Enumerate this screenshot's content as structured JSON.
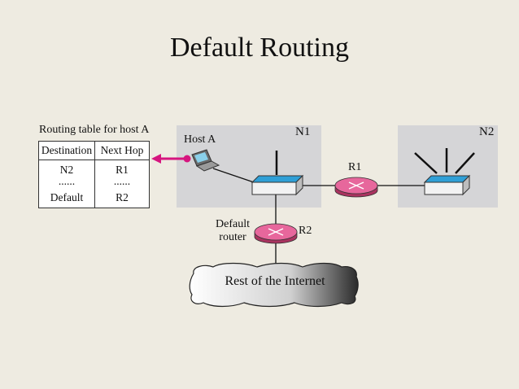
{
  "title": "Default Routing",
  "routing_table": {
    "caption": "Routing table for host A",
    "headers": [
      "Destination",
      "Next Hop"
    ],
    "rows": [
      [
        "N2",
        "R1"
      ],
      [
        "......",
        "......"
      ],
      [
        "Default",
        "R2"
      ]
    ]
  },
  "labels": {
    "host_a": "Host A",
    "n1": "N1",
    "n2": "N2",
    "r1": "R1",
    "r2": "R2",
    "default_router_line1": "Default",
    "default_router_line2": "router",
    "internet": "Rest of the Internet"
  },
  "colors": {
    "background": "#eeebe1",
    "network_box": "#d5d5d7",
    "router_fill": "#e7679c",
    "switch_top": "#2f9fd6",
    "pointer": "#d6157f"
  }
}
